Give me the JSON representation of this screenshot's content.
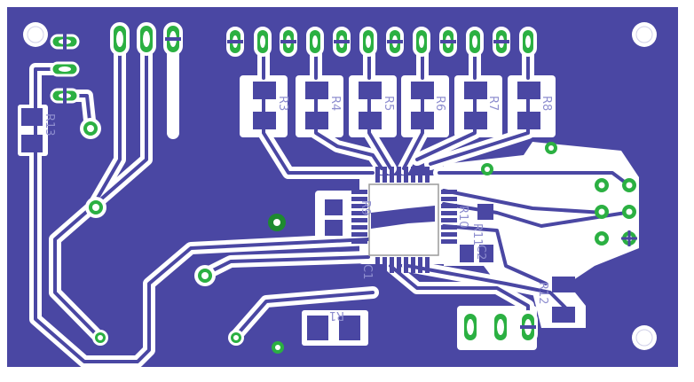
{
  "board": {
    "copper_color": "#4a47a3",
    "clearance_color": "#ffffff",
    "pad_color": "#2bb042",
    "pad_dark_color": "#1e8a30",
    "silk_color": "#8e8ecf"
  },
  "labels": {
    "r13": "R13",
    "r1": "R1",
    "r3": "R3",
    "r4": "R4",
    "r5": "R5",
    "r6": "R6",
    "r7": "R7",
    "r8": "R8",
    "r9": "R9",
    "r10": "R10",
    "r11": "R11",
    "r12": "R12",
    "c1": "C1",
    "c2": "C2"
  }
}
